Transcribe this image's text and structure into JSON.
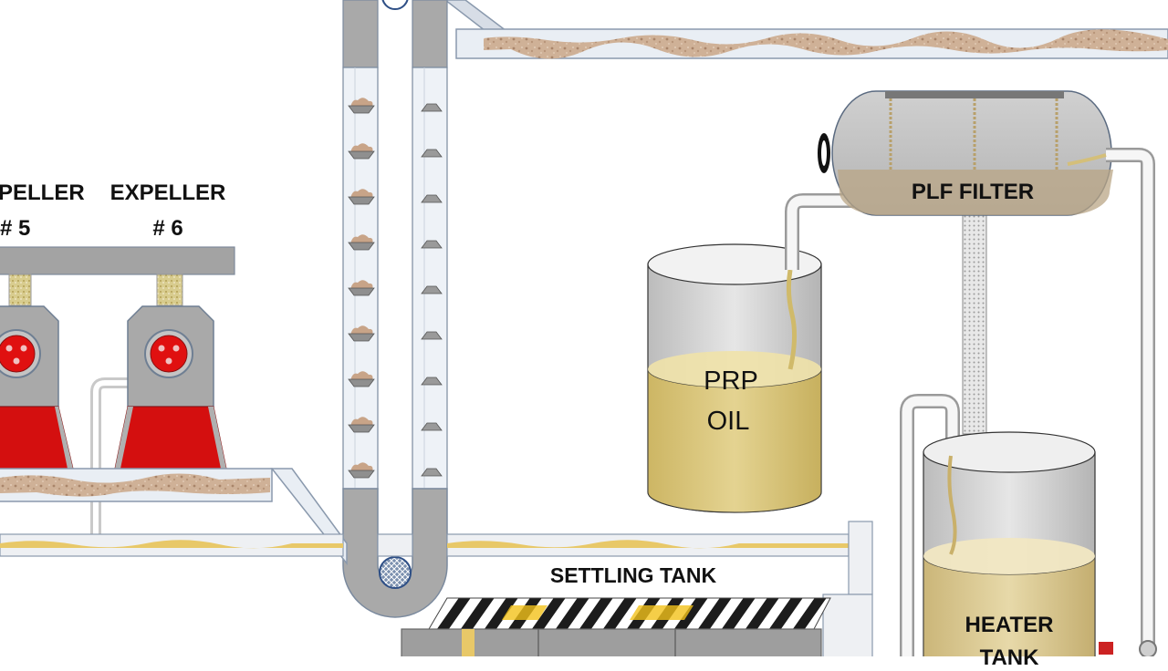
{
  "labels": {
    "expeller_5_title": "PELLER",
    "expeller_5_number": "# 5",
    "expeller_6_title": "EXPELLER",
    "expeller_6_number": "# 6",
    "plf_filter": "PLF FILTER",
    "prp_oil_line1": "PRP",
    "prp_oil_line2": "OIL",
    "settling_tank": "SETTLING TANK",
    "heater_tank_line1": "HEATER",
    "heater_tank_line2": "TANK"
  },
  "colors": {
    "oil": "#d9c477",
    "cake": "#c9a98a",
    "machine_red": "#e01010",
    "steel_gray": "#a6a6a6",
    "pipe_white": "#f4f4f4"
  }
}
